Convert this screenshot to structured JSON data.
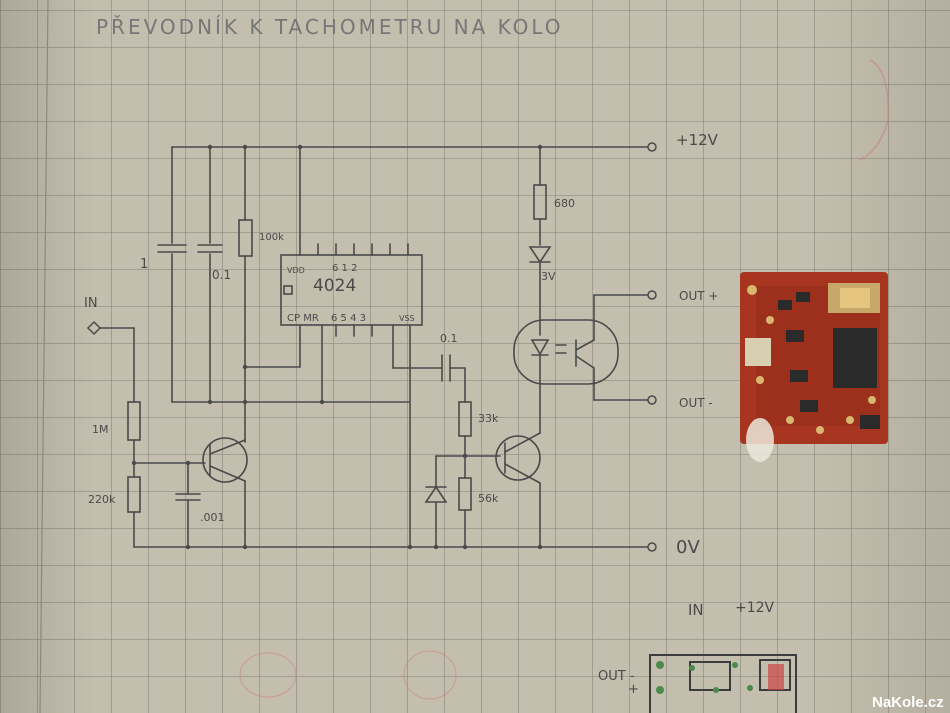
{
  "title": "PŘEVODNÍK K TACHOMETRU NA KOLO",
  "labels": {
    "supply": "+12V",
    "ground": "0V",
    "input": "IN",
    "out_plus": "OUT +",
    "out_minus": "OUT -",
    "ic_part": "4024",
    "ic_vdd": "VDD",
    "ic_vss": "VSS",
    "ic_clk": "CP MR",
    "ic_pins_top": "6  1  2",
    "ic_pins_bot": "6  5  4  3",
    "c_elyt": "1",
    "c_01a": "0.1",
    "r_100k": "100k",
    "r_680": "680",
    "led_zener": "3V",
    "c_01b": "0.1",
    "r_33k": "33k",
    "r_56k": "56k",
    "r_1m": "1M",
    "r_220k": "220k",
    "c_001": ".001",
    "bottom_in": "IN",
    "bottom_12v": "+12V",
    "bottom_out_minus": "OUT -",
    "bottom_out_plus": "+",
    "watermark": "NaKole.cz"
  },
  "colors": {
    "paper": "#c4beae",
    "grid": "#8d8a80",
    "pencil": "#4a4a4a",
    "pcb": "#a8351f",
    "smd": "#2a2a2a"
  }
}
